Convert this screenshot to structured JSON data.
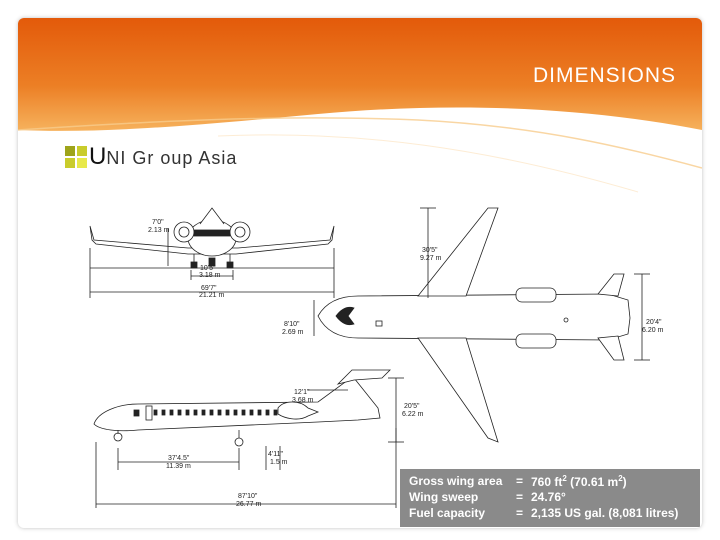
{
  "title": "DIMENSIONS",
  "logo": {
    "big_letter": "U",
    "text": "NI Gr oup Asia"
  },
  "colors": {
    "header_top": "#e35a0a",
    "header_bottom": "#f2a24b",
    "specs_bg": "#8a8a8a"
  },
  "front_view": {
    "dim_height_ft": "7'0\"",
    "dim_height_m": "2.13 m",
    "dim_track_ft": "10'5\"",
    "dim_track_m": "3.18 m",
    "dim_span_ft": "69'7\"",
    "dim_span_m": "21.21 m"
  },
  "top_view": {
    "dim_nose_ft": "30'5\"",
    "dim_nose_m": "9.27 m",
    "dim_fuselage_ft": "8'10\"",
    "dim_fuselage_m": "2.69 m",
    "dim_tail_ft": "20'4\"",
    "dim_tail_m": "6.20 m"
  },
  "side_view": {
    "dim_engine_ft": "12'1\"",
    "dim_engine_m": "3.68 m",
    "dim_height_ft": "20'5\"",
    "dim_height_m": "6.22 m",
    "dim_wheelbase_ft": "37'4.5\"",
    "dim_wheelbase_m": "11.39 m",
    "dim_gear_ft": "4'11\"",
    "dim_gear_m": "1.5 m",
    "dim_length_ft": "87'10\"",
    "dim_length_m": "26.77 m"
  },
  "specs": {
    "rows": [
      {
        "label": "Gross wing area",
        "eq": "=",
        "value": "760 ft",
        "sup1": "2",
        "value2": " (70.61 m",
        "sup2": "2",
        "value3": ")"
      },
      {
        "label": "Wing sweep",
        "eq": "=",
        "value": "24.76°"
      },
      {
        "label": "Fuel capacity",
        "eq": "=",
        "value": "2,135 US gal. (8,081 litres)"
      }
    ]
  }
}
